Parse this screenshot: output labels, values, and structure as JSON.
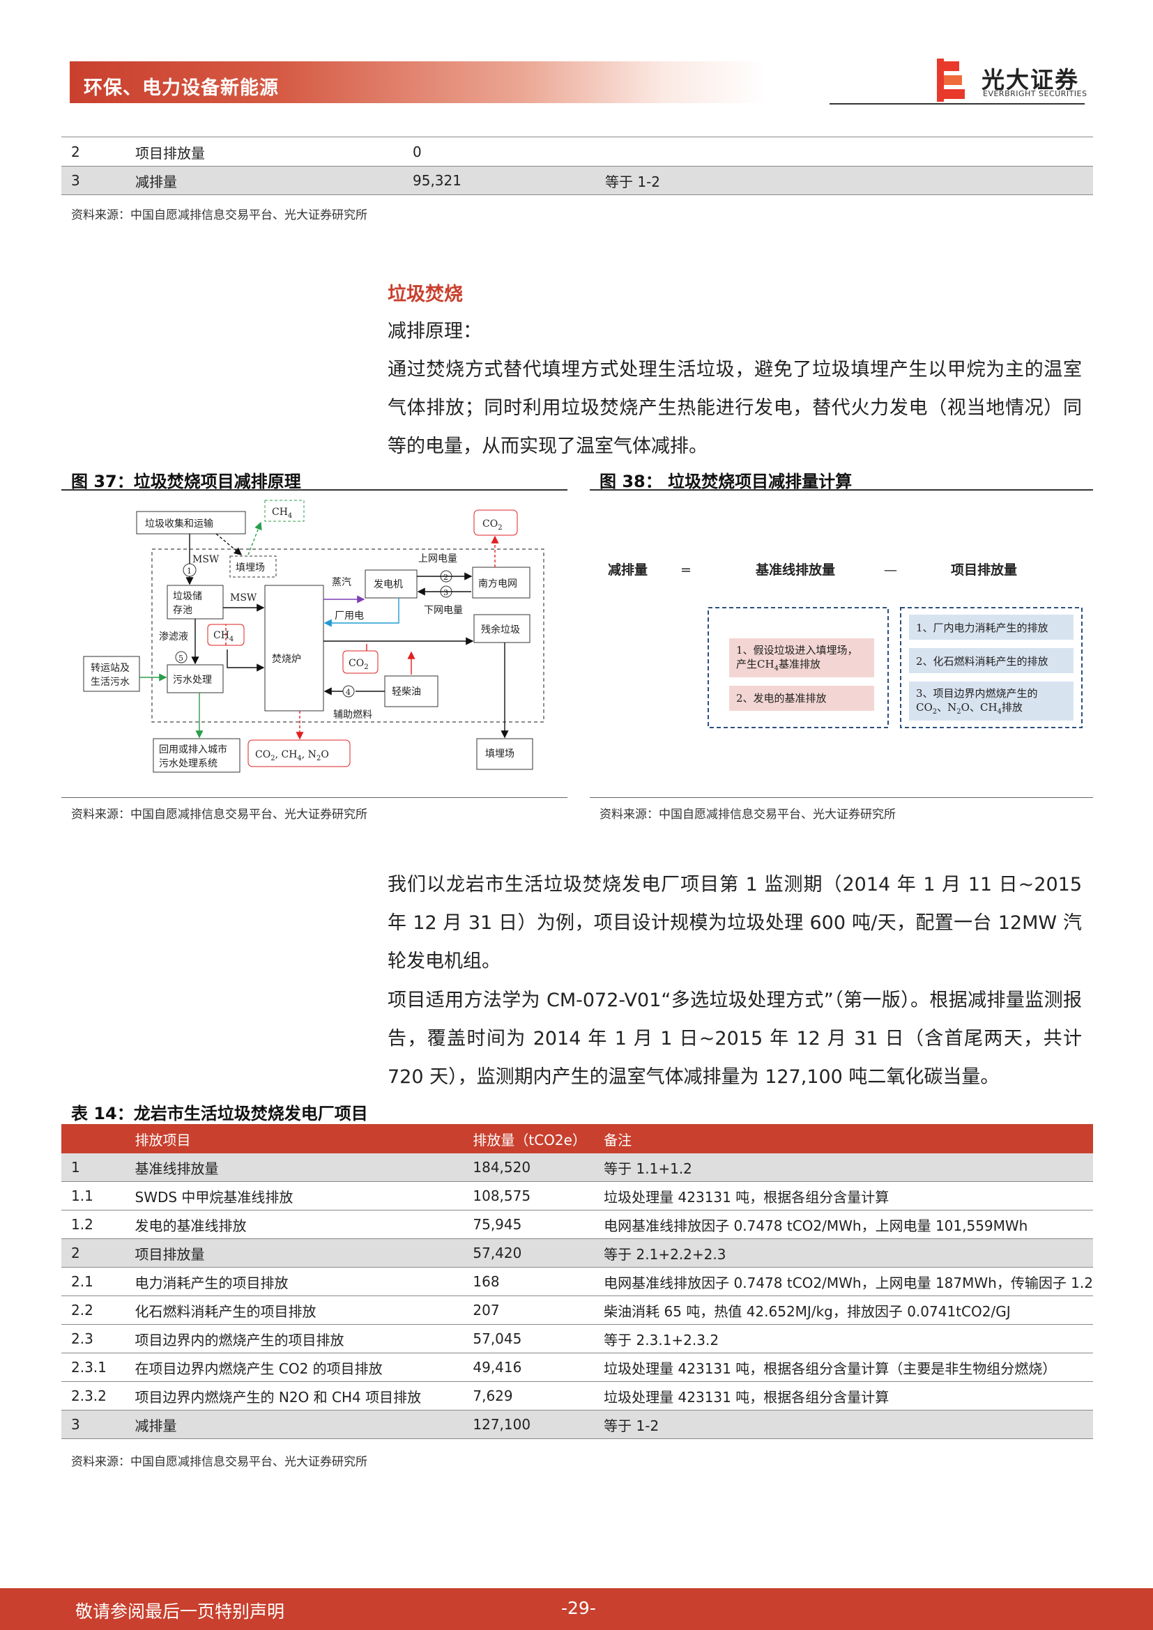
{
  "header": {
    "title": "环保、电力设备新能源",
    "logo_cn": "光大证券",
    "logo_en": "EVERBRIGHT SECURITIES"
  },
  "top_table": {
    "rows": [
      {
        "no": "2",
        "item": "项目排放量",
        "value": "0",
        "note": ""
      },
      {
        "no": "3",
        "item": "减排量",
        "value": "95,321",
        "note": "等于 1-2"
      }
    ],
    "source": "资料来源：中国自愿减排信息交易平台、光大证券研究所"
  },
  "section": {
    "title": "垃圾焚烧",
    "subtitle": "减排原理：",
    "para": "通过焚烧方式替代填埋方式处理生活垃圾，避免了垃圾填埋产生以甲烷为主的温室气体排放；同时利用垃圾焚烧产生热能进行发电，替代火力发电（视当地情况）同等的电量，从而实现了温室气体减排。"
  },
  "fig37": {
    "title": "图 37：垃圾焚烧项目减排原理",
    "source": "资料来源：中国自愿减排信息交易平台、光大证券研究所",
    "labels": {
      "collect": "垃圾收集和运输",
      "ch4_top": "CH",
      "co2_top": "CO",
      "msw1": "MSW",
      "landfill_small": "填埋场",
      "storage1": "垃圾储",
      "storage2": "存池",
      "msw2": "MSW",
      "steam": "蒸汽",
      "generator": "发电机",
      "grid": "南方电网",
      "upload": "上网电量",
      "download": "下网电量",
      "plant_power": "厂用电",
      "leachate": "渗滤液",
      "ch4_mid": "CH",
      "furnace": "焚烧炉",
      "residue": "残余垃圾",
      "station1": "转运站及",
      "station2": "生活污水",
      "sewage": "污水处理",
      "co2_mid": "CO",
      "diesel": "轻柴油",
      "aux_fuel": "辅助燃料",
      "reuse1": "回用或排入城市",
      "reuse2": "污水处理系统",
      "emis_a": "CO",
      "emis_b": ", CH",
      "emis_c": ", N",
      "emis_d": "O",
      "landfill_big": "填埋场",
      "sub2": "2",
      "sub4": "4",
      "n1": "1",
      "n2": "2",
      "n3": "3",
      "n4": "4",
      "n5": "5"
    }
  },
  "fig38": {
    "title": "图 38：   垃圾焚烧项目减排量计算",
    "source": "资料来源：中国自愿减排信息交易平台、光大证券研究所",
    "eq_left": "减排量",
    "eq_sign1": "=",
    "eq_mid": "基准线排放量",
    "eq_sign2": "—",
    "eq_right": "项目排放量",
    "baseline_items": [
      "1、假设垃圾进入填埋场，",
      "产生CH",
      "基准排放",
      "2、发电的基准排放"
    ],
    "project_items": [
      "1、厂内电力消耗产生的排放",
      "2、化石燃料消耗产生的排放",
      "3、项目边界内燃烧产生的",
      "CO",
      "、N",
      "O、CH",
      "排放"
    ],
    "subs": [
      "4",
      "2",
      "2",
      "4"
    ]
  },
  "para2": "我们以龙岩市生活垃圾焚烧发电厂项目第 1 监测期（2014 年 1 月 11 日~2015 年 12 月 31 日）为例，项目设计规模为垃圾处理 600 吨/天，配置一台 12MW 汽轮发电机组。",
  "para3": "项目适用方法学为 CM-072-V01“多选垃圾处理方式”（第一版）。根据减排量监测报告，覆盖时间为 2014 年 1 月 1 日~2015 年 12 月 31 日（含首尾两天，共计 720 天），监测期内产生的温室气体减排量为 127,100 吨二氧化碳当量。",
  "table14": {
    "title": "表 14：龙岩市生活垃圾焚烧发电厂项目",
    "headers": [
      "",
      "排放项目",
      "排放量（tCO2e）",
      "备注"
    ],
    "rows": [
      {
        "no": "1",
        "item": "基准线排放量",
        "value": "184,520",
        "note": "等于 1.1+1.2"
      },
      {
        "no": "1.1",
        "item": "SWDS 中甲烷基准线排放",
        "value": "108,575",
        "note": "垃圾处理量 423131 吨，根据各组分含量计算"
      },
      {
        "no": "1.2",
        "item": "发电的基准线排放",
        "value": "75,945",
        "note": "电网基准线排放因子 0.7478 tCO2/MWh，上网电量 101,559MWh"
      },
      {
        "no": "2",
        "item": "项目排放量",
        "value": "57,420",
        "note": "等于 2.1+2.2+2.3"
      },
      {
        "no": "2.1",
        "item": "电力消耗产生的项目排放",
        "value": "168",
        "note": "电网基准线排放因子 0.7478 tCO2/MWh，上网电量 187MWh，传输因子 1.2"
      },
      {
        "no": "2.2",
        "item": "化石燃料消耗产生的项目排放",
        "value": "207",
        "note": "柴油消耗 65 吨，热值 42.652MJ/kg，排放因子 0.0741tCO2/GJ"
      },
      {
        "no": "2.3",
        "item": "项目边界内的燃烧产生的项目排放",
        "value": "57,045",
        "note": "等于 2.3.1+2.3.2"
      },
      {
        "no": "2.3.1",
        "item": "在项目边界内燃烧产生 CO2 的项目排放",
        "value": "49,416",
        "note": "垃圾处理量 423131 吨，根据各组分含量计算（主要是非生物组分燃烧）"
      },
      {
        "no": "2.3.2",
        "item": "项目边界内燃烧产生的 N2O 和 CH4 项目排放",
        "value": "7,629",
        "note": "垃圾处理量 423131 吨，根据各组分含量计算"
      },
      {
        "no": "3",
        "item": "减排量",
        "value": "127,100",
        "note": "等于 1-2"
      }
    ],
    "source": "资料来源：中国自愿减排信息交易平台、光大证券研究所"
  },
  "footer": {
    "disclaimer": "敬请参阅最后一页特别声明",
    "page": "-29-"
  }
}
